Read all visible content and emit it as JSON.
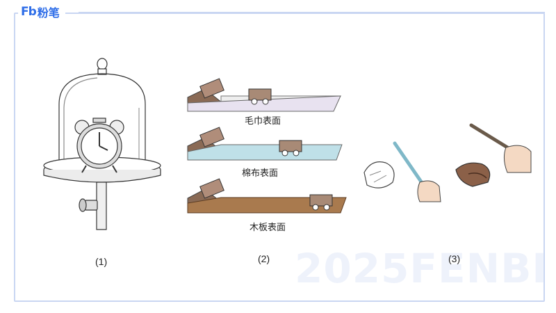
{
  "brand": {
    "mark": "Fb",
    "name": "粉笔"
  },
  "watermark": "2025FENBI",
  "figures": [
    {
      "caption": "(1)"
    },
    {
      "caption": "(2)",
      "surfaces": [
        "毛巾表面",
        "棉布表面",
        "木板表面"
      ]
    },
    {
      "caption": "(3)"
    }
  ]
}
